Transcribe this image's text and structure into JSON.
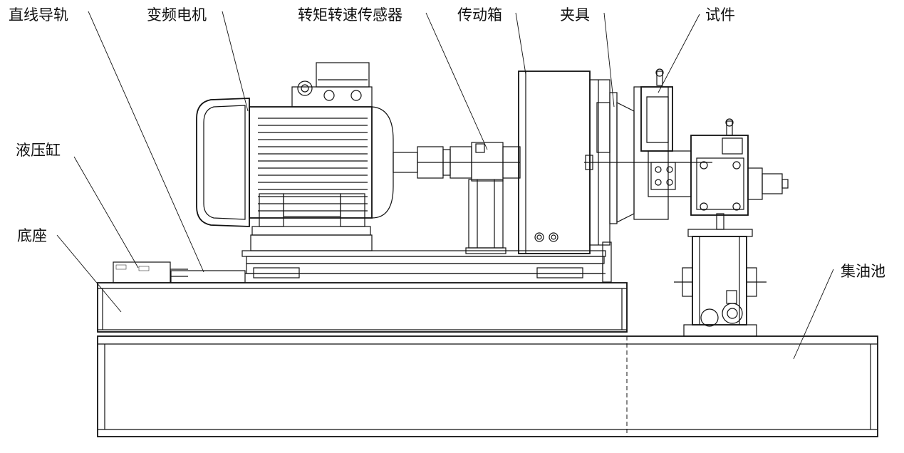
{
  "labels": {
    "linear_guide": "直线导轨",
    "vfd_motor": "变频电机",
    "torque_sensor": "转矩转速传感器",
    "gearbox": "传动箱",
    "fixture": "夹具",
    "specimen": "试件",
    "hydraulic_cylinder": "液压缸",
    "base": "底座",
    "oil_sump": "集油池"
  }
}
